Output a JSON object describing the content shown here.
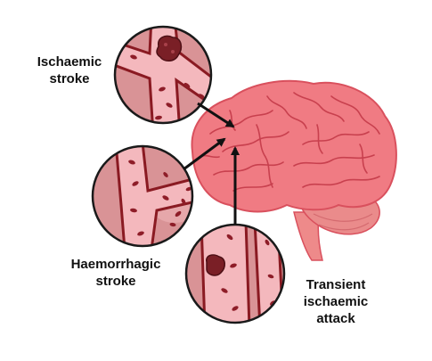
{
  "labels": {
    "ischaemic": {
      "line1": "Ischaemic",
      "line2": "stroke"
    },
    "haemorrhagic": {
      "line1": "Haemorrhagic",
      "line2": "stroke"
    },
    "tia": {
      "line1": "Transient",
      "line2": "ischaemic",
      "line3": "attack"
    }
  },
  "colors": {
    "brain": "#f07b83",
    "brain_outline": "#d9505d",
    "brain_folds": "#c8404e",
    "cerebellum": "#e88a8a",
    "vessel_wall": "#8a1a22",
    "vessel_inner": "#f4b8bd",
    "tissue": "#d99396",
    "clot": "#7a1f26",
    "blood_cell": "#8e1d28",
    "arrow": "#111111",
    "circle_border": "#1a1a1a"
  }
}
